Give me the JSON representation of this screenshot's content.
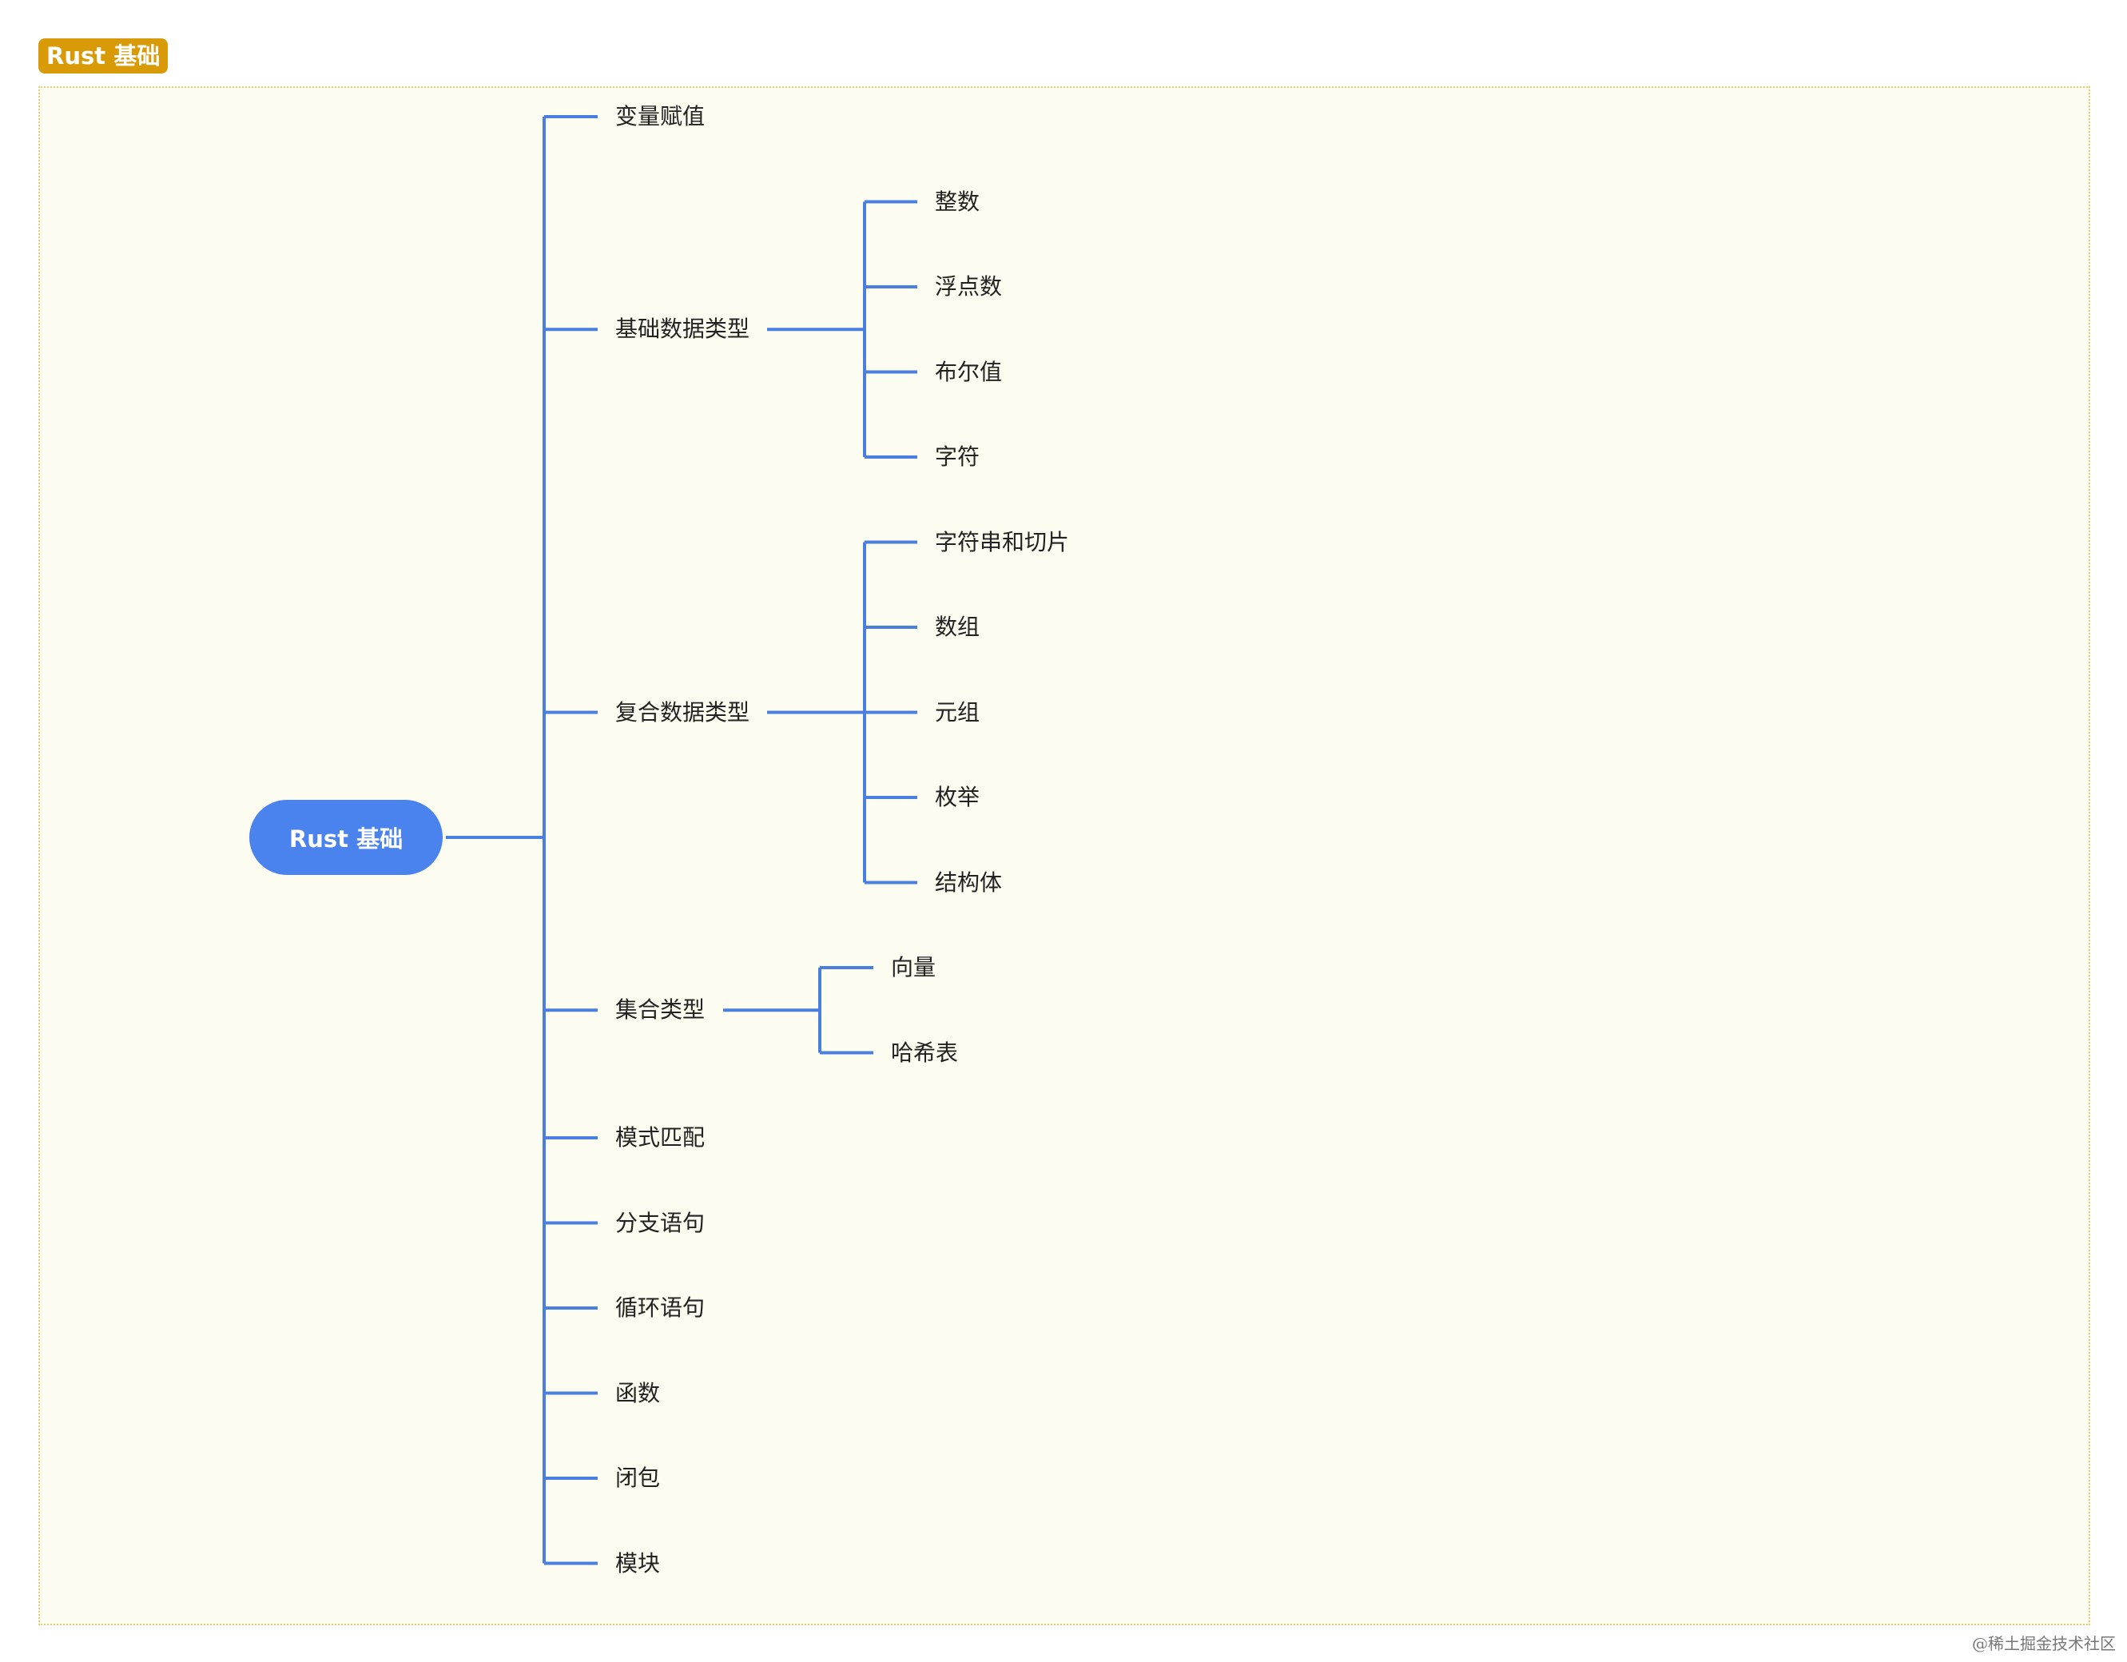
{
  "title_tag": "Rust 基础",
  "root": "Rust 基础",
  "branches": [
    {
      "label": "变量赋值",
      "children": []
    },
    {
      "label": "基础数据类型",
      "children": [
        "整数",
        "浮点数",
        "布尔值",
        "字符"
      ]
    },
    {
      "label": "复合数据类型",
      "children": [
        "字符串和切片",
        "数组",
        "元组",
        "枚举",
        "结构体"
      ]
    },
    {
      "label": "集合类型",
      "children": [
        "向量",
        "哈希表"
      ]
    },
    {
      "label": "模式匹配",
      "children": []
    },
    {
      "label": "分支语句",
      "children": []
    },
    {
      "label": "循环语句",
      "children": []
    },
    {
      "label": "函数",
      "children": []
    },
    {
      "label": "闭包",
      "children": []
    },
    {
      "label": "模块",
      "children": []
    }
  ],
  "watermark": "@稀土掘金技术社区",
  "colors": {
    "line": "#4a7fe0",
    "root_fill": "#4a82ee",
    "tag_fill": "#d99a07",
    "frame_fill": "#fdfcf1"
  }
}
